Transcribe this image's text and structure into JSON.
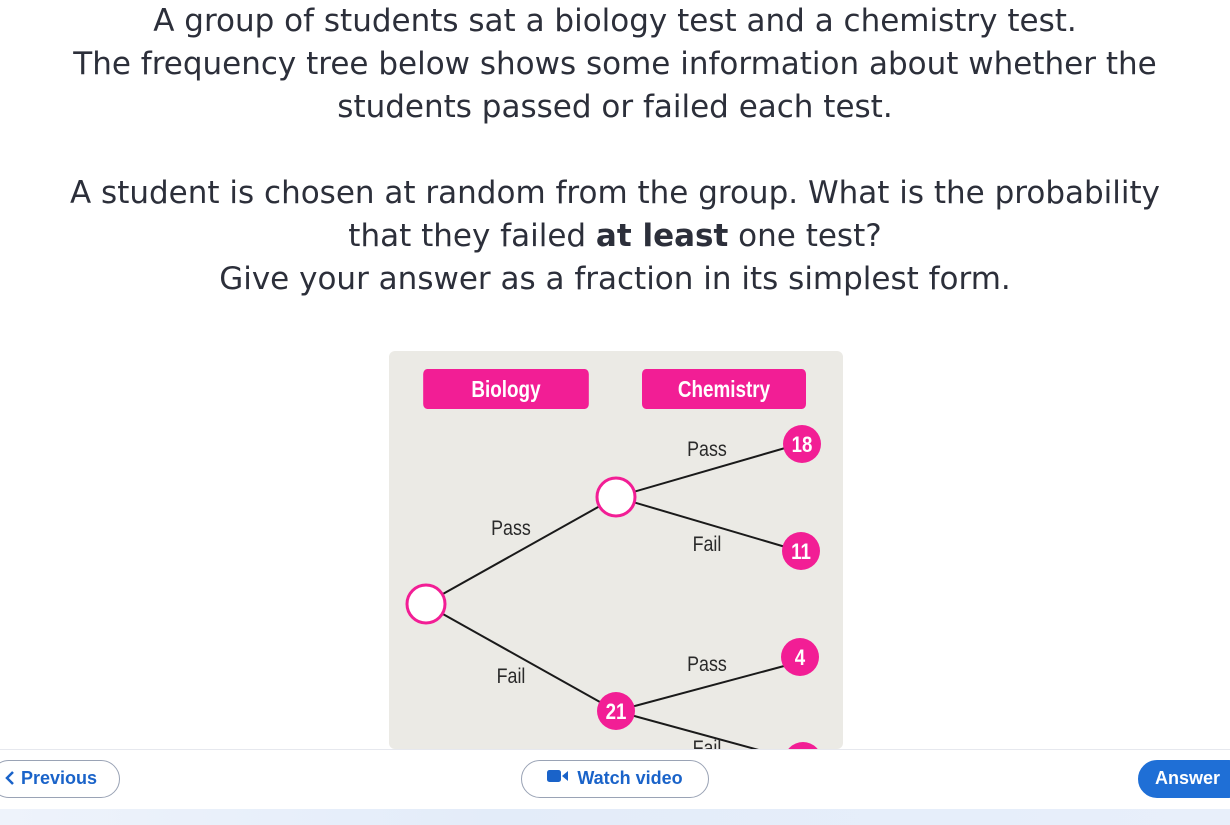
{
  "question": {
    "line1": "A group of students sat a biology test and a chemistry test.",
    "line2": "The frequency tree below shows some information about whether the",
    "line3": "students passed or failed each test.",
    "line4": "A student is chosen at random from the group. What is the probability",
    "line5_pre": "that they failed ",
    "line5_bold": "at least",
    "line5_post": " one test?",
    "line6": "Give your answer as a fraction in its simplest form."
  },
  "tree": {
    "headers": {
      "biology": "Biology",
      "chemistry": "Chemistry"
    },
    "branch_labels": {
      "bio_pass": "Pass",
      "bio_fail": "Fail",
      "chem_pass_pass": "Pass",
      "chem_pass_fail": "Fail",
      "chem_fail_pass": "Pass",
      "chem_fail_fail": "Fail"
    },
    "nodes": {
      "root": "",
      "bio_pass": "",
      "bio_fail": "21",
      "pass_pass": "18",
      "pass_fail": "11",
      "fail_pass": "4",
      "fail_fail": ""
    },
    "colors": {
      "accent": "#f21e95",
      "panel": "#ebeae5",
      "line": "#1a1a1a"
    }
  },
  "nav": {
    "previous": "Previous",
    "watch_video": "Watch video",
    "answer": "Answer"
  },
  "icons": {
    "previous": "chevron-left-icon",
    "video": "video-camera-icon"
  }
}
